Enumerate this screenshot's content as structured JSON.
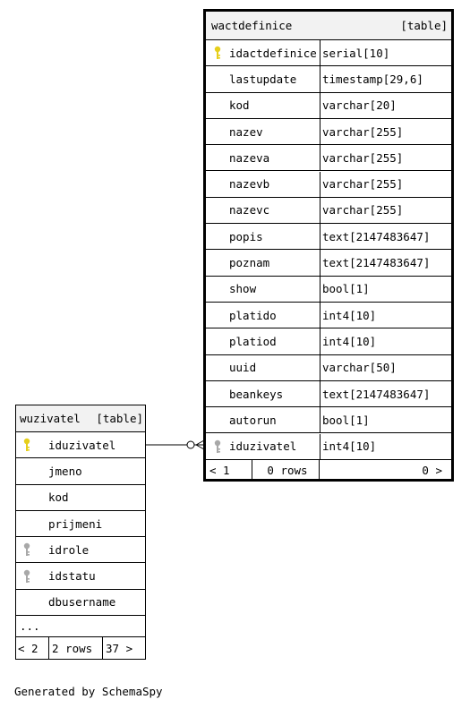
{
  "tables": {
    "wactdefinice": {
      "name": "wactdefinice",
      "kind": "[table]",
      "columns": [
        {
          "name": "idactdefinice",
          "type": "serial[10]",
          "key": "primary"
        },
        {
          "name": "lastupdate",
          "type": "timestamp[29,6]",
          "key": ""
        },
        {
          "name": "kod",
          "type": "varchar[20]",
          "key": ""
        },
        {
          "name": "nazev",
          "type": "varchar[255]",
          "key": ""
        },
        {
          "name": "nazeva",
          "type": "varchar[255]",
          "key": ""
        },
        {
          "name": "nazevb",
          "type": "varchar[255]",
          "key": ""
        },
        {
          "name": "nazevc",
          "type": "varchar[255]",
          "key": ""
        },
        {
          "name": "popis",
          "type": "text[2147483647]",
          "key": ""
        },
        {
          "name": "poznam",
          "type": "text[2147483647]",
          "key": ""
        },
        {
          "name": "show",
          "type": "bool[1]",
          "key": ""
        },
        {
          "name": "platido",
          "type": "int4[10]",
          "key": ""
        },
        {
          "name": "platiod",
          "type": "int4[10]",
          "key": ""
        },
        {
          "name": "uuid",
          "type": "varchar[50]",
          "key": ""
        },
        {
          "name": "beankeys",
          "type": "text[2147483647]",
          "key": ""
        },
        {
          "name": "autorun",
          "type": "bool[1]",
          "key": ""
        },
        {
          "name": "iduzivatel",
          "type": "int4[10]",
          "key": "foreign"
        }
      ],
      "footer": {
        "parents": "< 1",
        "rows": "0 rows",
        "children": "0 >"
      }
    },
    "wuzivatel": {
      "name": "wuzivatel",
      "kind": "[table]",
      "columns": [
        {
          "name": "iduzivatel",
          "key": "primary"
        },
        {
          "name": "jmeno",
          "key": ""
        },
        {
          "name": "kod",
          "key": ""
        },
        {
          "name": "prijmeni",
          "key": ""
        },
        {
          "name": "idrole",
          "key": "foreign"
        },
        {
          "name": "idstatu",
          "key": "foreign"
        },
        {
          "name": "dbusername",
          "key": ""
        }
      ],
      "more": "...",
      "footer": {
        "parents": "< 2",
        "rows": "2 rows",
        "children": "37 >"
      }
    }
  },
  "generated_by": "Generated by SchemaSpy",
  "colors": {
    "primary_key": "#e6cf1a",
    "foreign_key": "#a8a8a8",
    "header_bg": "#f2f2f2"
  }
}
